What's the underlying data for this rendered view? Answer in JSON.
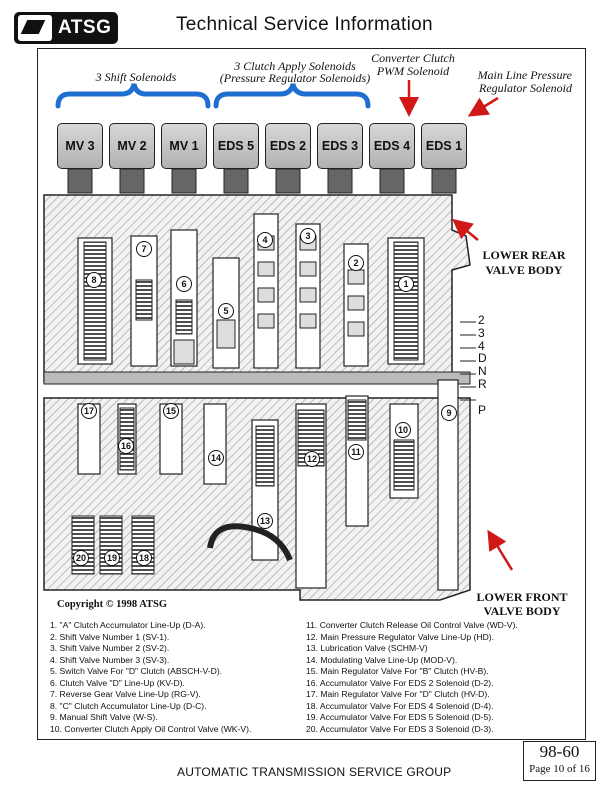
{
  "header": {
    "logo_text": "ATSG",
    "title": "Technical Service Information"
  },
  "group_labels": {
    "shift": "3 Shift Solenoids",
    "clutch_line1": "3 Clutch Apply Solenoids",
    "clutch_line2": "(Pressure Regulator Solenoids)",
    "converter_line1": "Converter Clutch",
    "converter_line2": "PWM Solenoid",
    "mainline_line1": "Main Line Pressure",
    "mainline_line2": "Regulator Solenoid"
  },
  "solenoids": [
    "MV 3",
    "MV 2",
    "MV 1",
    "EDS 5",
    "EDS 2",
    "EDS 3",
    "EDS 4",
    "EDS 1"
  ],
  "callouts": {
    "rear_line1": "LOWER REAR",
    "rear_line2": "VALVE BODY",
    "front_line1": "LOWER FRONT",
    "front_line2": "VALVE BODY"
  },
  "gear_positions": [
    "2",
    "3",
    "4",
    "D",
    "N",
    "R",
    "",
    "P"
  ],
  "valve_numbers": [
    "1",
    "2",
    "3",
    "4",
    "5",
    "6",
    "7",
    "8",
    "9",
    "10",
    "11",
    "12",
    "13",
    "14",
    "15",
    "16",
    "17",
    "18",
    "19",
    "20"
  ],
  "copyright": "Copyright © 1998 ATSG",
  "legend_left": [
    "1. \"A\" Clutch Accumulator Line-Up (D-A).",
    "2. Shift Valve Number 1 (SV-1).",
    "3. Shift Valve Number 2 (SV-2).",
    "4. Shift Valve Number 3 (SV-3).",
    "5. Switch Valve For \"D\" Clutch (ABSCH-V-D).",
    "6. Clutch Valve \"D\" Line-Up (KV-D).",
    "7. Reverse Gear Valve Line-Up (RG-V).",
    "8. \"C\" Clutch Accumulator Line-Up (D-C).",
    "9. Manual Shift Valve (W-S).",
    "10. Converter Clutch Apply Oil Control Valve (WK-V)."
  ],
  "legend_right": [
    "11. Converter Clutch Release Oil Control Valve (WD-V).",
    "12. Main Pressure Regulator Valve Line-Up (HD).",
    "13. Lubrication Valve (SCHM-V)",
    "14. Modulating Valve Line-Up (MOD-V).",
    "15. Main Regulator Valve For \"B\" Clutch (HV-B).",
    "16. Accumulator Valve For EDS 2 Solenoid (D-2).",
    "17. Main Regulator Valve For \"D\" Clutch (HV-D).",
    "18. Accumulator Valve For EDS 4 Solenoid (D-4).",
    "19. Accumulator Valve For EDS 5 Solenoid (D-5).",
    "20. Accumulator Valve For EDS 3 Solenoid (D-3)."
  ],
  "page_box": {
    "number": "98-60",
    "page": "Page 10 of 16"
  },
  "footer": "AUTOMATIC TRANSMISSION SERVICE GROUP",
  "colors": {
    "brace": "#1f6fd0",
    "arrow": "#d01818",
    "solenoid": "#c4c4c4",
    "body_hatch": "#9a9a9a"
  }
}
